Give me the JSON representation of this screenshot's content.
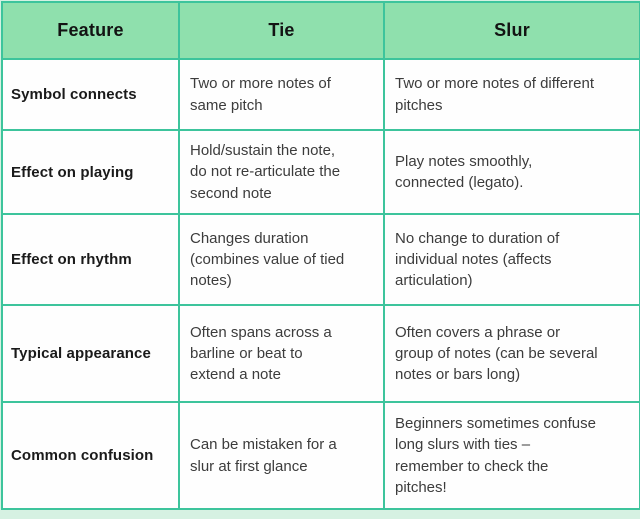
{
  "chart_data": {
    "type": "table",
    "title": "",
    "columns": [
      "Feature",
      "Tie",
      "Slur"
    ],
    "rows": [
      [
        "Symbol connects",
        "Two or more notes of same pitch",
        "Two or more notes of different pitches"
      ],
      [
        "Effect on playing",
        "Hold/sustain the note, do not re-articulate the second note",
        "Play notes smoothly, connected (legato)."
      ],
      [
        "Effect on rhythm",
        "Changes duration (combines value of tied notes)",
        "No change to duration of individual notes (affects articulation)"
      ],
      [
        "Typical appearance",
        "Often spans across a barline or beat to extend a note",
        "Often covers a phrase or group of notes (can be several notes or bars long)"
      ],
      [
        "Common confusion",
        "Can be mistaken for a slur at first glance",
        "Beginners sometimes confuse long slurs with ties – remember to check the pitches!"
      ]
    ]
  },
  "table": {
    "headers": [
      "Feature",
      "Tie",
      "Slur"
    ],
    "rows": [
      {
        "feature": "Symbol connects",
        "tie": "Two or more notes of\nsame pitch",
        "slur": "Two or more notes of different\npitches"
      },
      {
        "feature": "Effect on playing",
        "tie": "Hold/sustain the note,\ndo not re-articulate the\nsecond note",
        "slur": "Play notes smoothly,\nconnected (legato)."
      },
      {
        "feature": "Effect on rhythm",
        "tie": "Changes duration\n(combines value of tied\nnotes)",
        "slur": "No change to duration of\nindividual notes (affects\narticulation)"
      },
      {
        "feature": "Typical appearance",
        "tie": "Often spans across a\nbarline or beat to\nextend a note",
        "slur": "Often covers a phrase or\ngroup of notes (can be several\nnotes or bars long)"
      },
      {
        "feature": "Common confusion",
        "tie": "Can be mistaken for a\nslur at first glance",
        "slur": "Beginners sometimes confuse\nlong slurs with ties –\nremember to check the\npitches!"
      }
    ]
  },
  "colors": {
    "header_bg": "#8fe0ad",
    "border": "#3dc49c",
    "page_bg": "#d6f1e2",
    "cell_bg": "#fefefe",
    "heading_text": "#131313",
    "body_text": "#3c3c3c"
  }
}
